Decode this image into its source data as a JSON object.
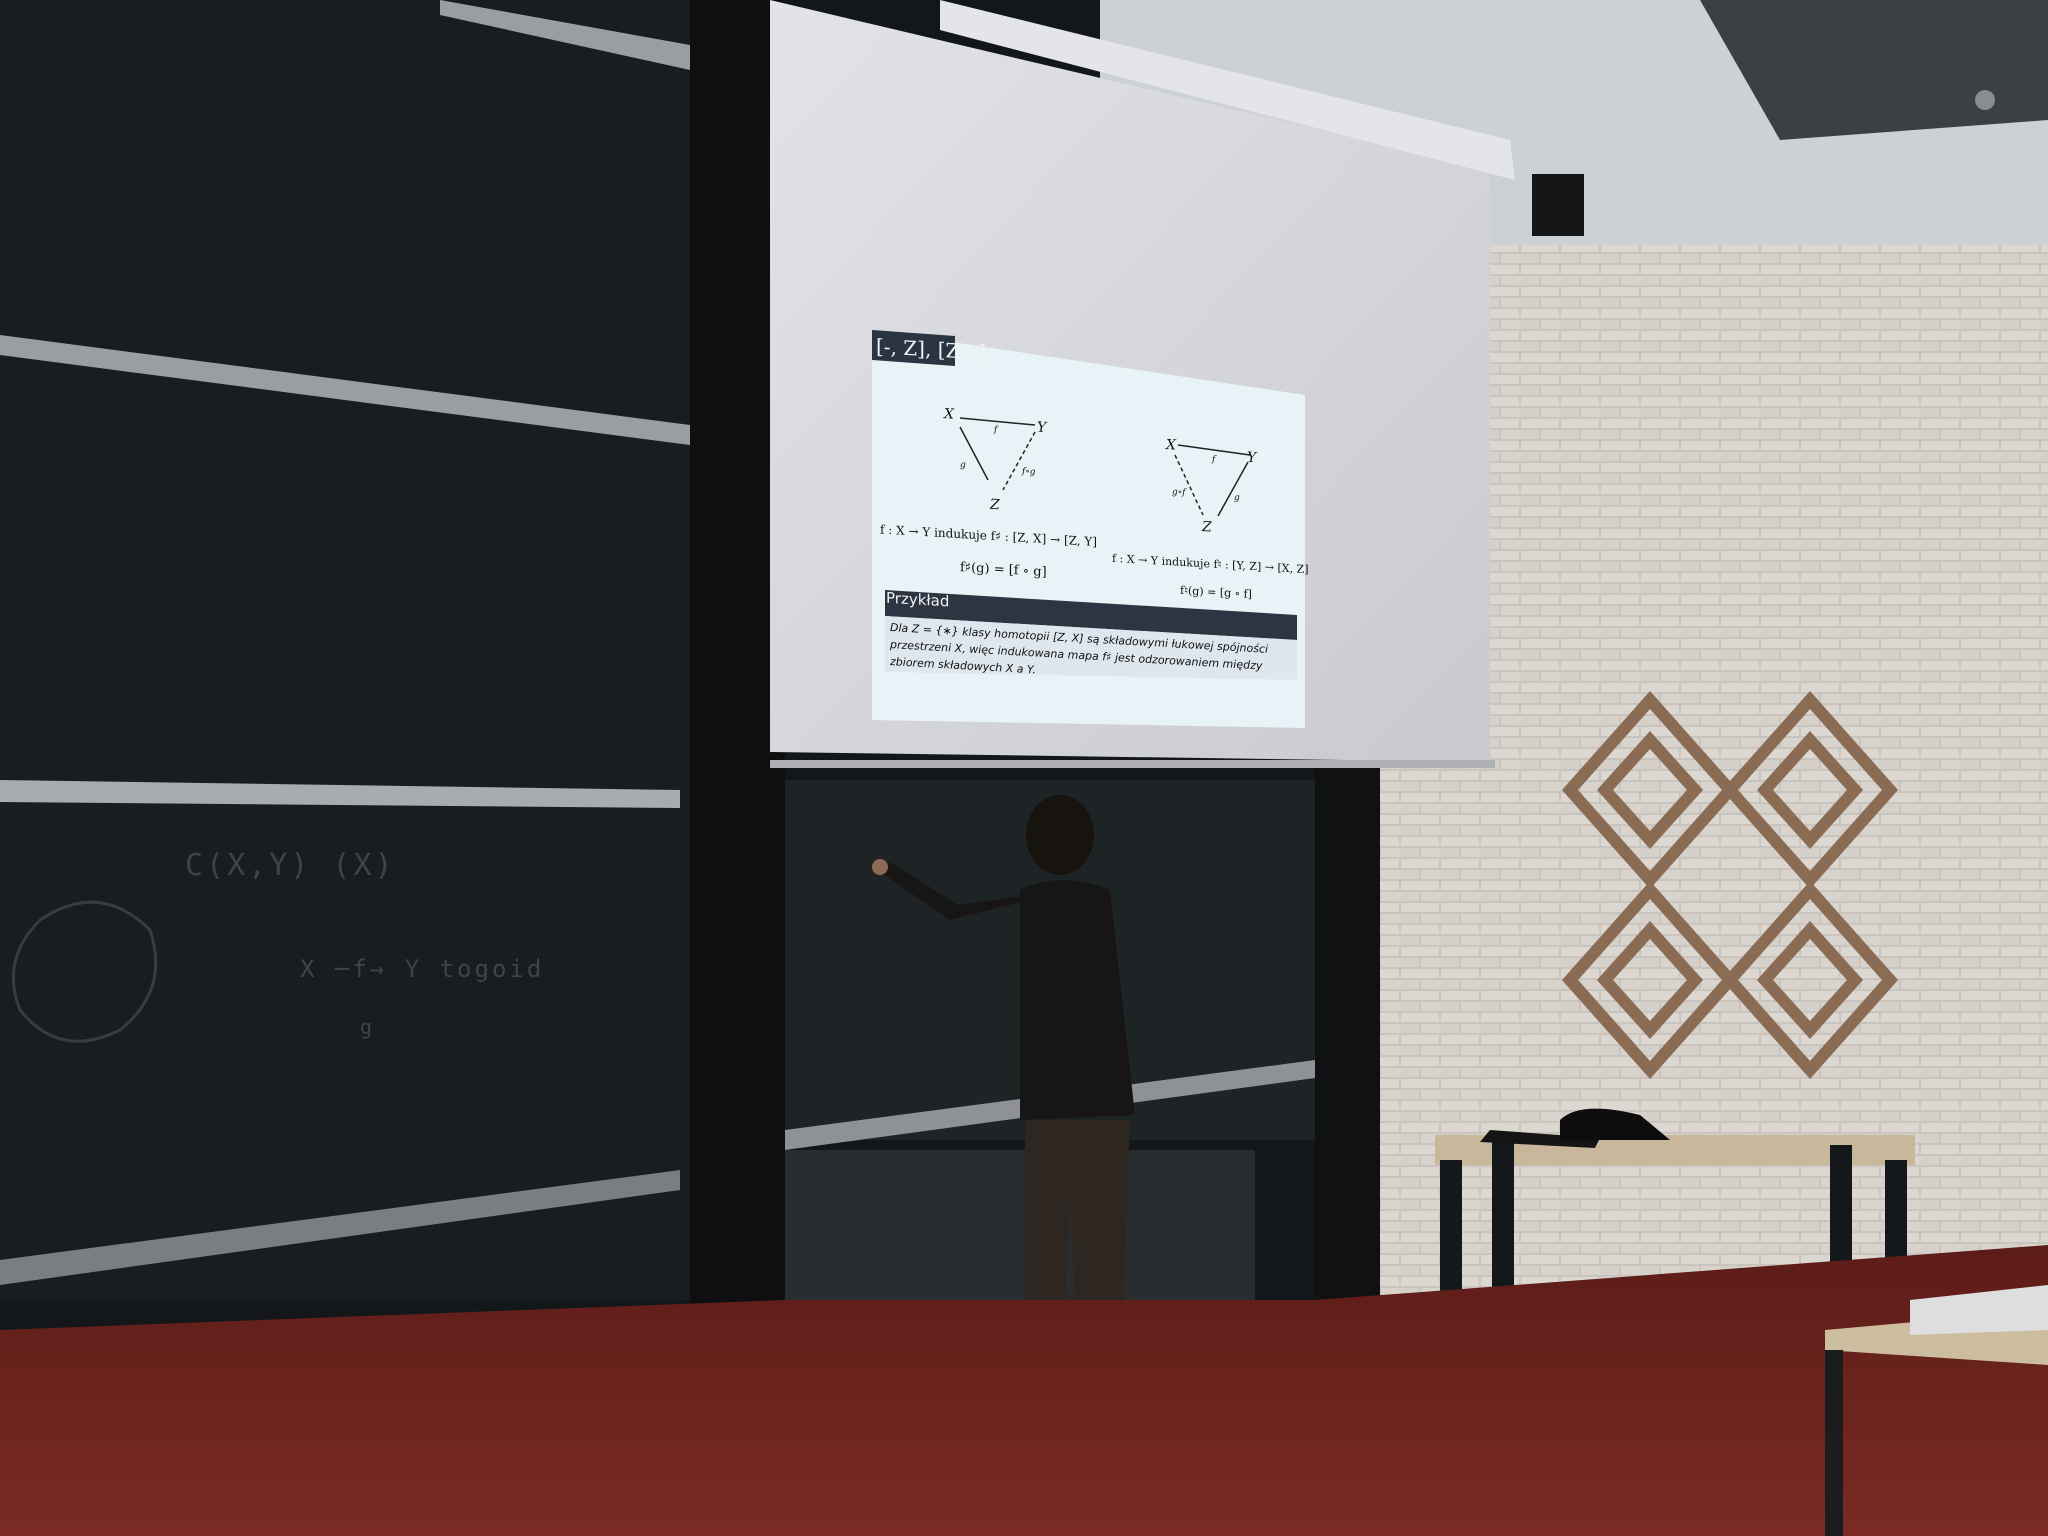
{
  "slide": {
    "title": "[-, Z], [Z, -]",
    "left_diagram": {
      "node_x": "X",
      "node_y": "Y",
      "node_z": "Z",
      "arrow_f": "f",
      "arrow_g": "g",
      "arrow_fg": "f∘g"
    },
    "right_diagram": {
      "node_x": "X",
      "node_y": "Y",
      "node_z": "Z",
      "arrow_f": "f",
      "arrow_gf": "g∘f",
      "arrow_g": "g"
    },
    "left_caption": "f : X → Y indukuje f♯ : [Z, X] → [Z, Y]",
    "left_equation": "f♯(g) = [f ∘ g]",
    "right_caption": "f : X → Y indukuje f♮ : [Y, Z] → [X, Z]",
    "right_equation": "f♮(g) = [g ∘ f]",
    "example_title": "Przykład",
    "example_text": "Dla Z = {∗} klasy homotopii [Z, X] są składowymi łukowej spójności przestrzeni X, więc indukowana mapa f♯ jest odzorowaniem między zbiorem składowych X a Y."
  },
  "chalkboard": {
    "line1": "C(X,Y)   (X)",
    "line2": "X ─f→ Y   togoid",
    "line3": "g"
  },
  "colors": {
    "chalkboard": "#1a1d1f",
    "screen": "#d6d7db",
    "slide_bg": "#e7f3f8",
    "slide_header": "#2b3441",
    "brick_wall": "#cfcbc4",
    "carpet": "#6a1f1a"
  }
}
